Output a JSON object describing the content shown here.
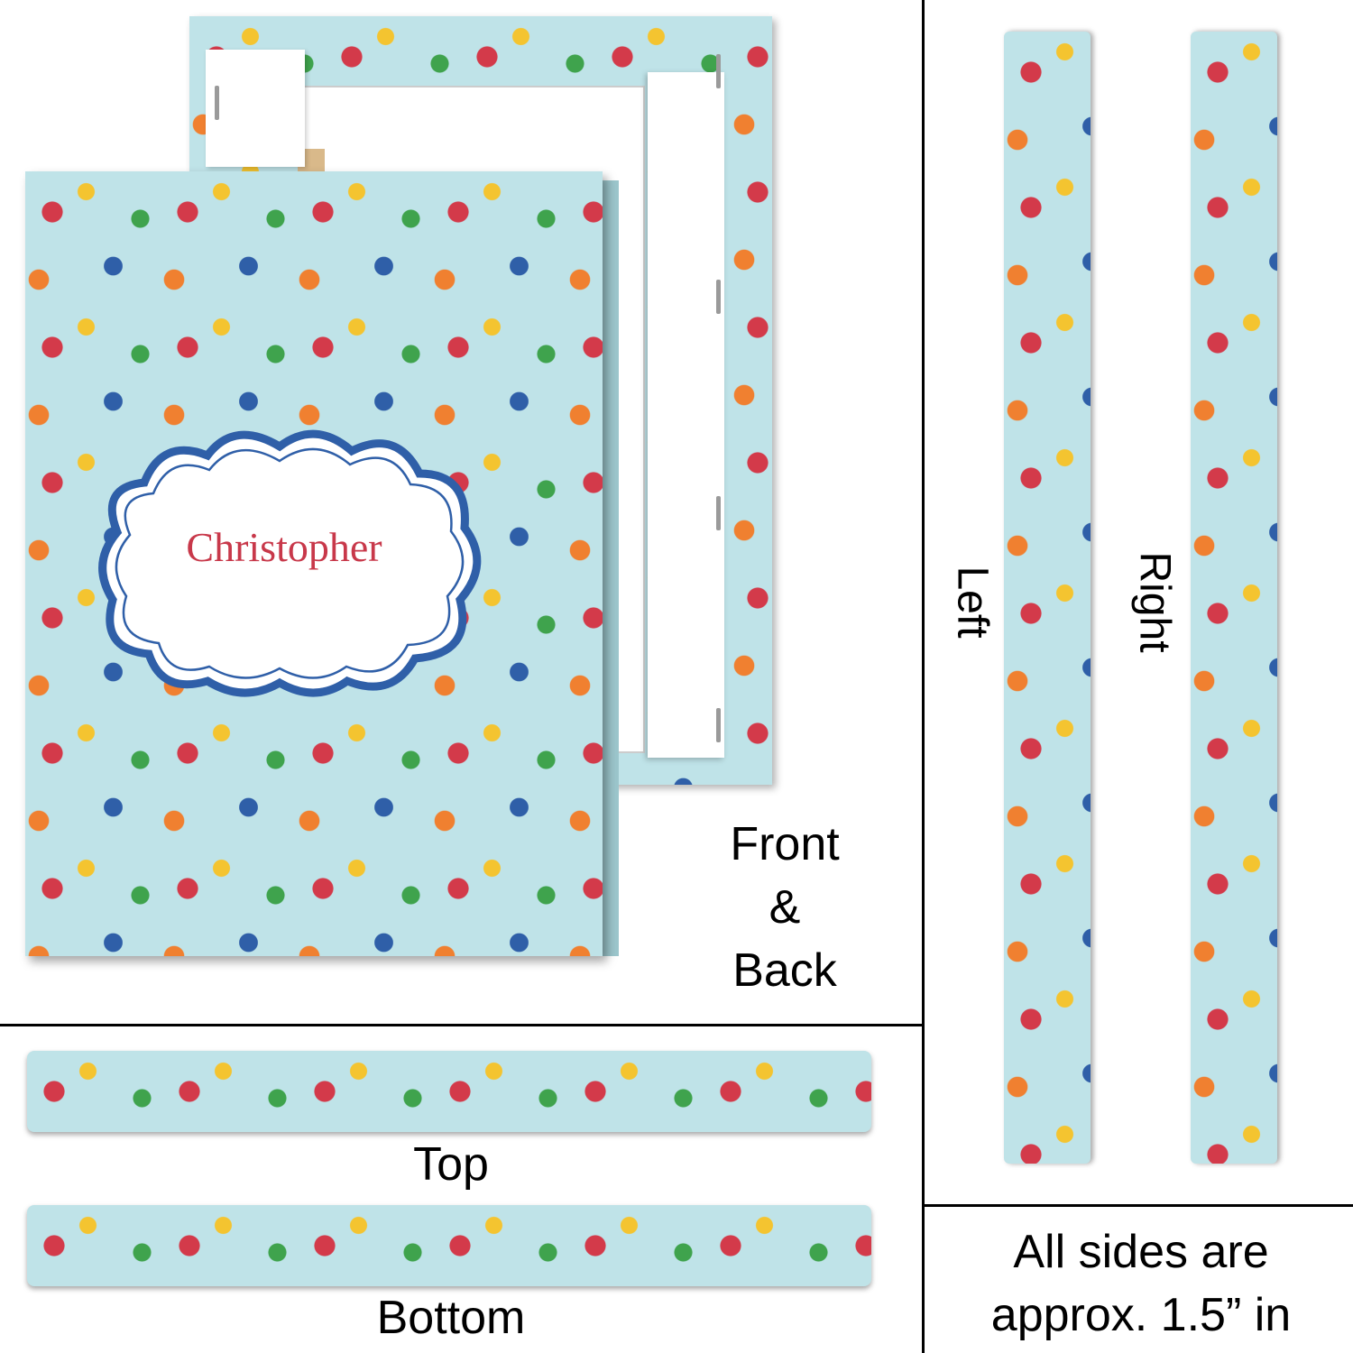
{
  "product": {
    "personalized_name": "Christopher"
  },
  "labels": {
    "front_back": [
      "Front",
      "&",
      "Back"
    ],
    "top": "Top",
    "bottom": "Bottom",
    "left": "Left",
    "right": "Right",
    "note_line1": "All sides are",
    "note_line2": "approx. 1.5” in"
  },
  "colors": {
    "pattern_background": "#bfe3e8",
    "name_text": "#c8384a",
    "cloud_border": "#2f5fa8"
  },
  "icons": {
    "pattern": "toy-train-pattern"
  }
}
